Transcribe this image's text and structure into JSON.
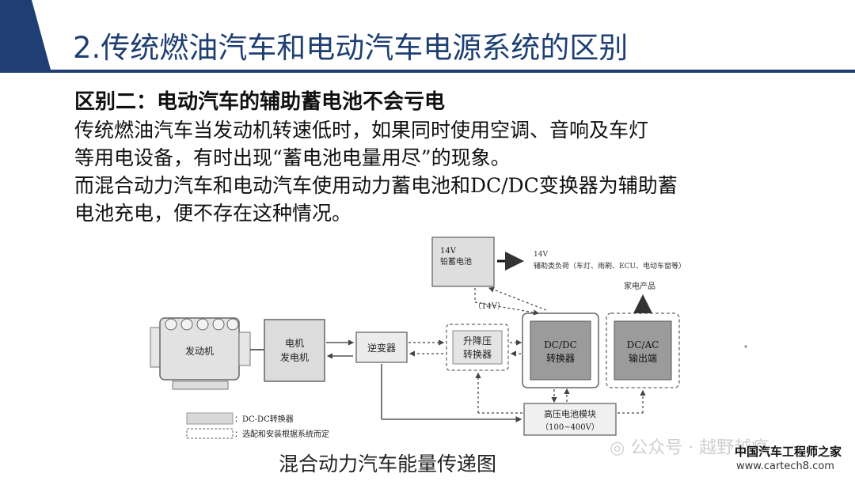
{
  "header": {
    "title": "2.传统燃油汽车和电动汽车电源系统的区别",
    "accent_color": "#1f3f74"
  },
  "content": {
    "heading": "区别二：电动汽车的辅助蓄电池不会亏电",
    "lines": [
      "传统燃油汽车当发动机转速低时，如果同时使用空调、音响及车灯",
      "等用电设备，有时出现“蓄电池电量用尽”的现象。",
      "而混合动力汽车和电动汽车使用动力蓄电池和DC/DC变换器为辅助蓄",
      "电池充电，便不存在这种情况。"
    ]
  },
  "diagram": {
    "engine": "发动机",
    "motor_line1": "电机",
    "motor_line2": "发电机",
    "inverter": "逆变器",
    "boost_line1": "升降压",
    "boost_line2": "转换器",
    "dcdc_line1": "DC/DC",
    "dcdc_line2": "转换器",
    "dcac_line1": "DC/AC",
    "dcac_line2": "输出端",
    "battery14_line1": "14V",
    "battery14_line2": "铅蓄电池",
    "load_line1": "14V",
    "load_line2": "辅助类负荷（车灯、雨刷、ECU、电动车窗等）",
    "voltage14": "（14V）",
    "appliance": "家电产品",
    "hv_line1": "高压电池模块",
    "hv_line2": "（100~400V）",
    "legend_solid": "：DC-DC转换器",
    "legend_dashed": "：选配和安装根据系统而定"
  },
  "caption": "混合动力汽车能量传递图",
  "watermark": {
    "wechat": "公众号 · 越野越疯",
    "brand": "中国汽车工程师之家",
    "url": "www.cartech8.com"
  }
}
